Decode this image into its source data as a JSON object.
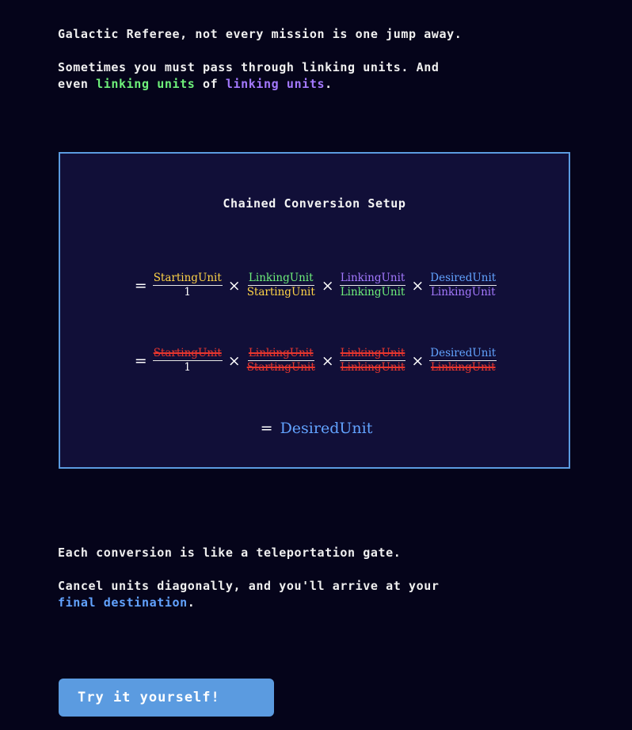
{
  "intro": {
    "line1": "Galactic Referee, not every mission is one jump away.",
    "line2": "Sometimes you must pass through linking units. And",
    "line3_a": "even ",
    "line3_b": "linking units",
    "line3_c": " of ",
    "line3_d": "linking units",
    "line3_e": "."
  },
  "card": {
    "title": "Chained Conversion Setup",
    "equals": "=",
    "times": "×",
    "starting_unit": "StartingUnit",
    "linking_unit": "LinkingUnit",
    "desired_unit": "DesiredUnit",
    "one": "1",
    "result": "DesiredUnit"
  },
  "outro": {
    "line1": "Each conversion is like a teleportation gate.",
    "line2": "Cancel units diagonally, and you'll arrive at your",
    "line3_a": "final destination",
    "line3_b": "."
  },
  "button": {
    "label": "Try it yourself!"
  },
  "colors": {
    "background": "#05041a",
    "card": "#110f38",
    "accent": "#5b9be0",
    "starting": "#ffd447",
    "linking_1": "#6ef07a",
    "linking_2": "#a479ff",
    "desired": "#62a3ff",
    "cancelled": "#e8362e"
  }
}
